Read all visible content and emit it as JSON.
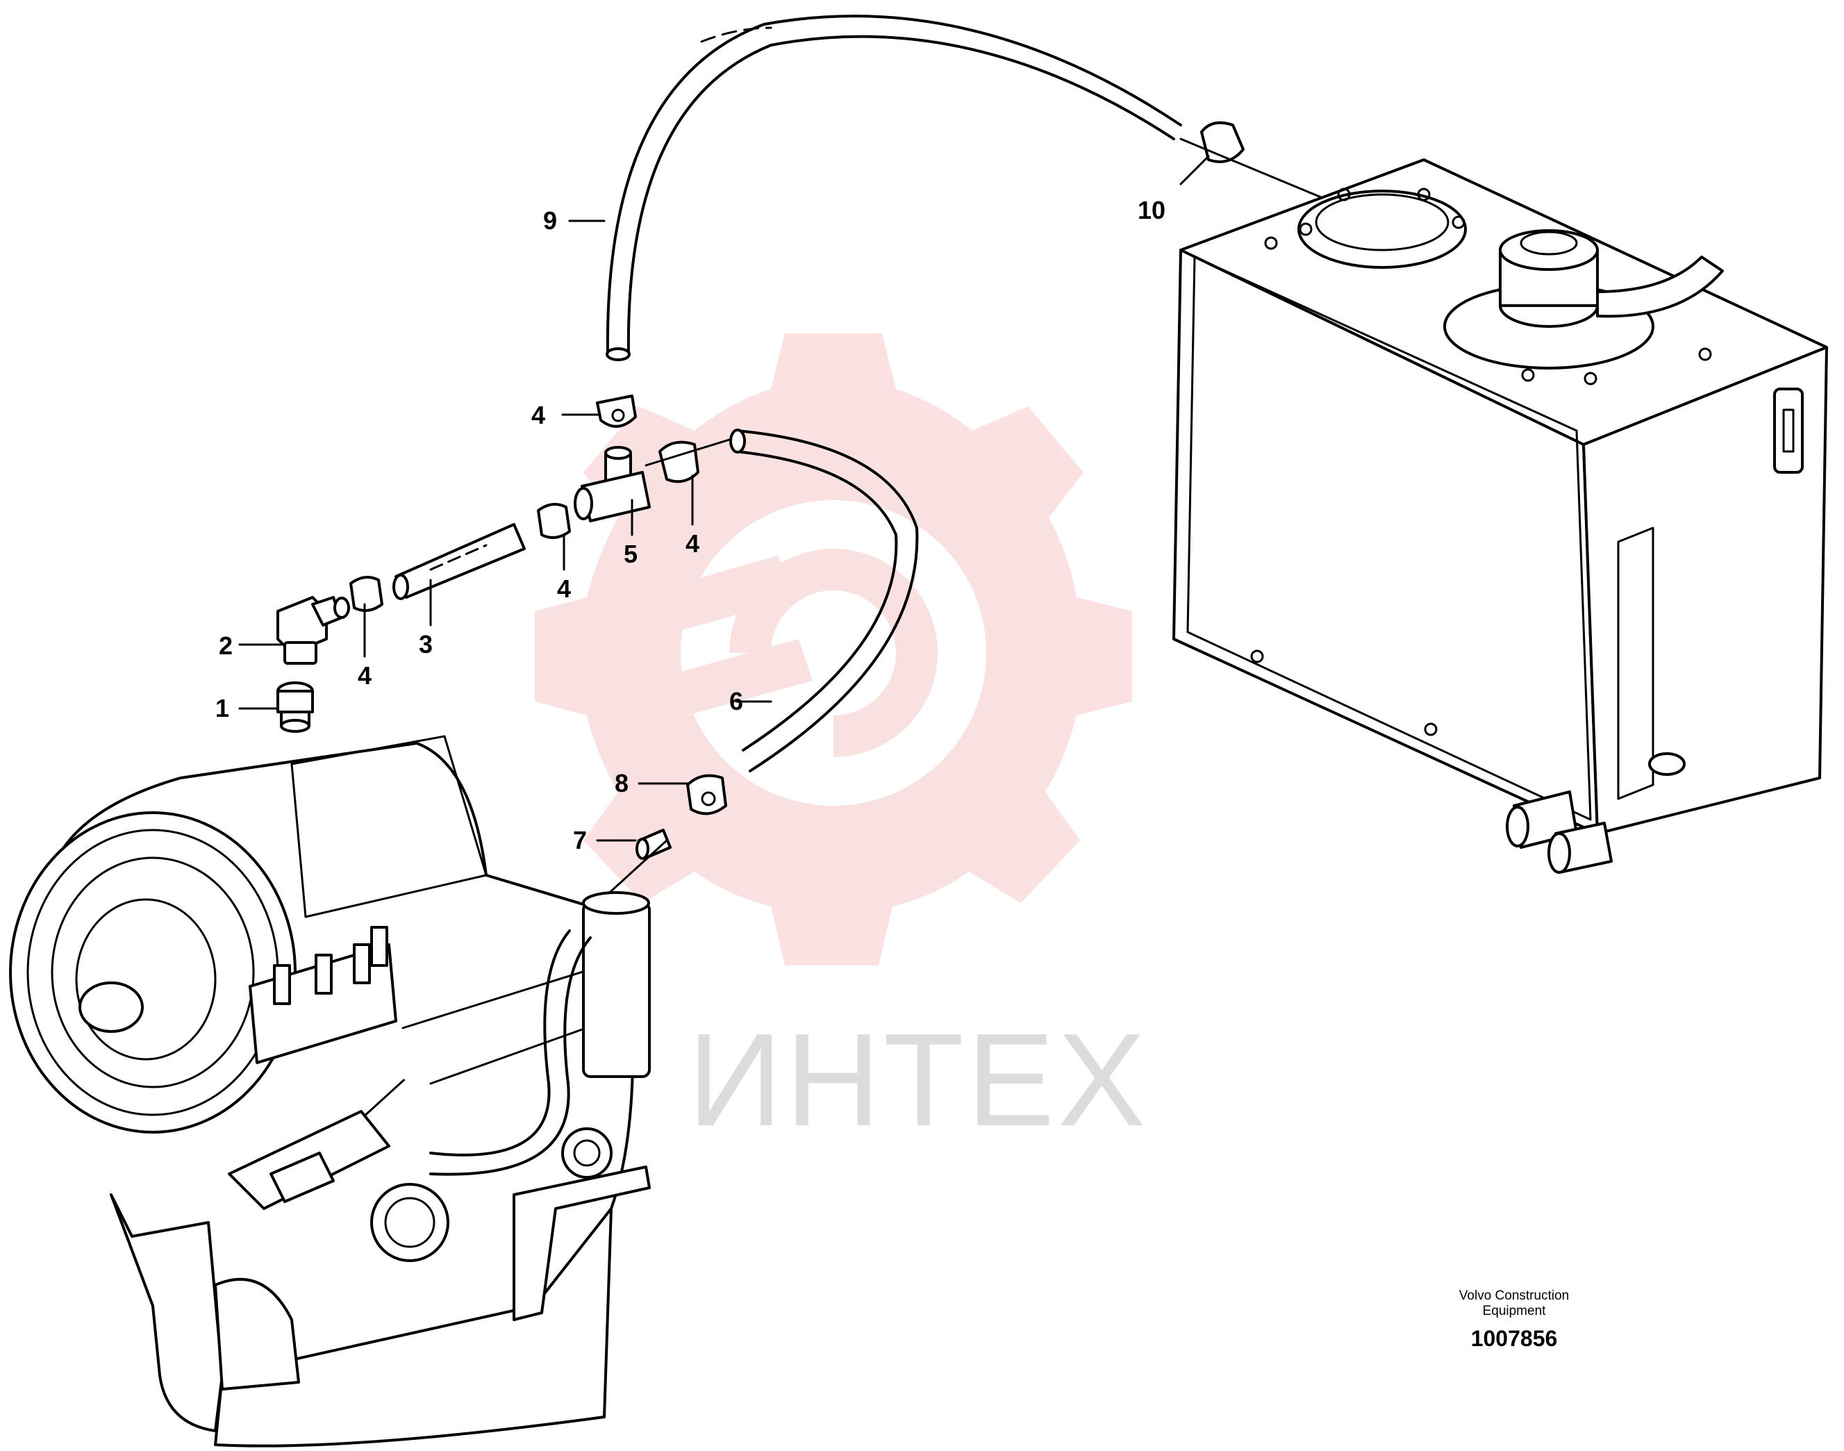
{
  "callouts": [
    "1",
    "2",
    "3",
    "4",
    "4",
    "4",
    "4",
    "5",
    "6",
    "7",
    "8",
    "9",
    "10"
  ],
  "watermark": {
    "text": "ИНТЕХ",
    "color": "#f7c9c9"
  },
  "footer": {
    "line1": "Volvo Construction",
    "line2": "Equipment",
    "number": "1007856"
  }
}
